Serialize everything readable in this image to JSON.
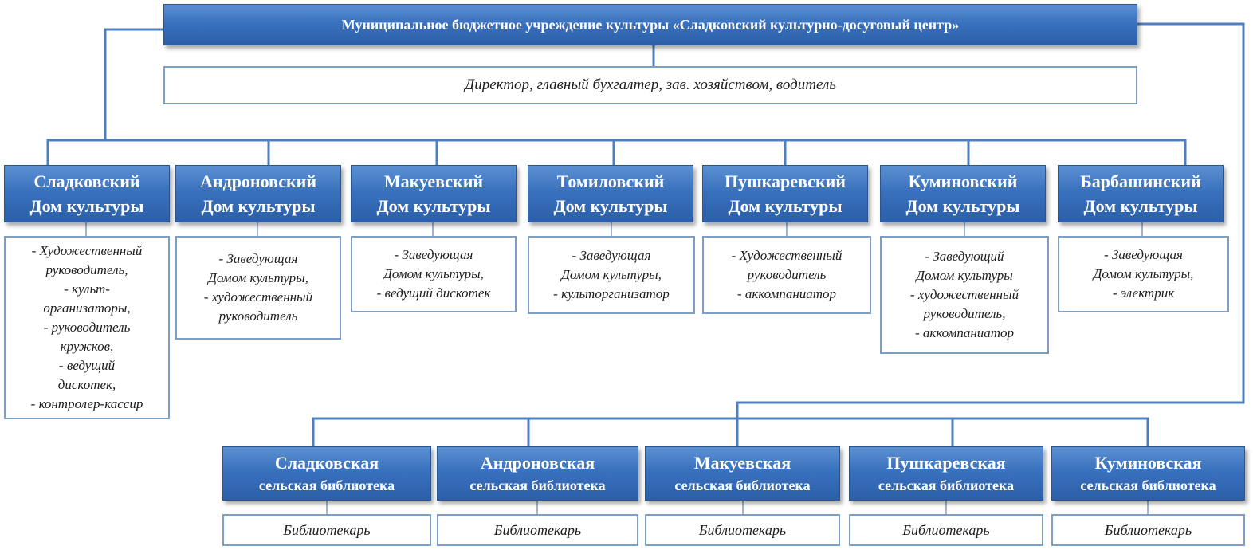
{
  "root": {
    "title": "Муниципальное бюджетное учреждение культуры «Сладковский культурно-досуговый центр»",
    "staff": "Директор, главный бухгалтер, зав. хозяйством, водитель"
  },
  "houses": [
    {
      "line1": "Сладковский",
      "line2": "Дом культуры",
      "staff": [
        "- Художественный",
        "руководитель,",
        "- культ-",
        "организаторы,",
        "- руководитель",
        "кружков,",
        "- ведущий",
        "дискотек,",
        "- контролер-кассир"
      ]
    },
    {
      "line1": "Андроновский",
      "line2": "Дом культуры",
      "staff": [
        "- Заведующая",
        "Домом культуры,",
        "- художественный",
        "руководитель"
      ]
    },
    {
      "line1": "Макуевский",
      "line2": "Дом культуры",
      "staff": [
        "- Заведующая",
        "Домом культуры,",
        "- ведущий дискотек"
      ]
    },
    {
      "line1": "Томиловский",
      "line2": "Дом культуры",
      "staff": [
        "- Заведующая",
        "Домом культуры,",
        "- культорганизатор"
      ]
    },
    {
      "line1": "Пушкаревский",
      "line2": "Дом культуры",
      "staff": [
        "- Художественный",
        "руководитель",
        "- аккомпаниатор"
      ]
    },
    {
      "line1": "Куминовский",
      "line2": "Дом культуры",
      "staff": [
        "- Заведующий",
        "Домом культуры",
        "- художественный",
        "руководитель,",
        "- аккомпаниатор"
      ]
    },
    {
      "line1": "Барбашинский",
      "line2": "Дом культуры",
      "staff": [
        "- Заведующая",
        "Домом культуры,",
        "- электрик"
      ]
    }
  ],
  "libraries": [
    {
      "line1": "Сладковская",
      "line2": "сельская библиотека",
      "staff": "Библиотекарь"
    },
    {
      "line1": "Андроновская",
      "line2": "сельская библиотека",
      "staff": "Библиотекарь"
    },
    {
      "line1": "Макуевская",
      "line2": "сельская библиотека",
      "staff": "Библиотекарь"
    },
    {
      "line1": "Пушкаревская",
      "line2": "сельская библиотека",
      "staff": "Библиотекарь"
    },
    {
      "line1": "Куминовская",
      "line2": "сельская библиотека",
      "staff": "Библиотекарь"
    }
  ],
  "colors": {
    "box_fill": "#3a71bd",
    "connector": "#4f7fbf",
    "staff_border": "#7d9ec6"
  }
}
